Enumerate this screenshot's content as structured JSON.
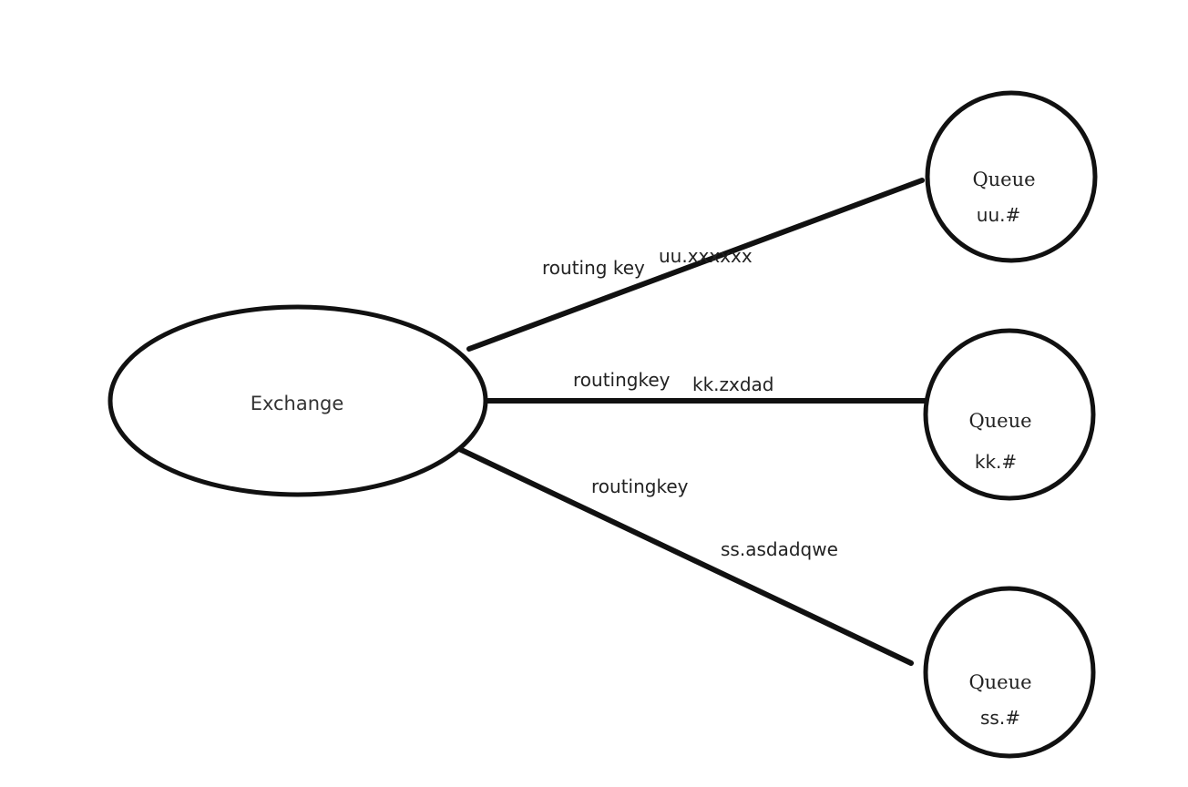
{
  "exchange": {
    "label": "Exchange"
  },
  "queues": [
    {
      "title": "Queue",
      "binding": "uu.#"
    },
    {
      "title": "Queue",
      "binding": "kk.#"
    },
    {
      "title": "Queue",
      "binding": "ss.#"
    }
  ],
  "edges": [
    {
      "label": "routing key",
      "key": "uu.xxxxxx"
    },
    {
      "label": "routingkey",
      "key": "kk.zxdad"
    },
    {
      "label": "routingkey",
      "key": "ss.asdadqwe"
    }
  ]
}
